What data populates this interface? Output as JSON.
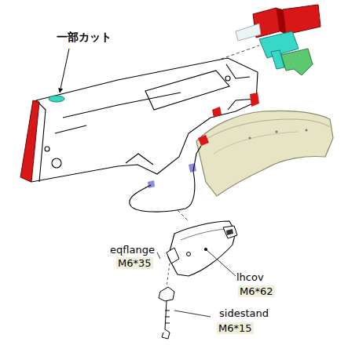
{
  "diagram": {
    "labels": [
      "一部カット",
      "eqflange",
      "M6*35",
      "lhcov",
      "M6*62",
      "sidestand",
      "M6*15"
    ]
  }
}
